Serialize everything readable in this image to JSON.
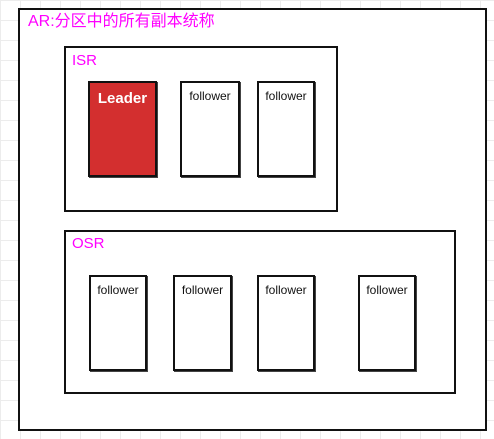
{
  "colors": {
    "group_label": "#ff00ff",
    "leader_fill": "#d32f2f",
    "leader_text": "#ffffff"
  },
  "ar": {
    "title": "AR:分区中的所有副本统称"
  },
  "isr": {
    "title": "ISR",
    "leader_label": "Leader",
    "followers": [
      "follower",
      "follower"
    ]
  },
  "osr": {
    "title": "OSR",
    "followers": [
      "follower",
      "follower",
      "follower",
      "follower"
    ]
  }
}
